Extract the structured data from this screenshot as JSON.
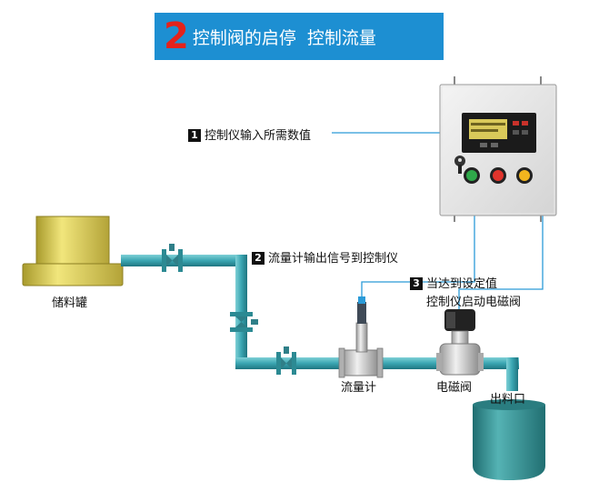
{
  "banner": {
    "number": "2",
    "title_part1": "控制阀的启停",
    "title_part2": "控制流量"
  },
  "callouts": [
    {
      "step": "1",
      "text": "控制仪输入所需数值"
    },
    {
      "step": "2",
      "text": "流量计输出信号到控制仪"
    },
    {
      "step": "3",
      "line1": "当达到设定值",
      "line2": "控制仪启动电磁阀"
    }
  ],
  "labels": {
    "tank": "储料罐",
    "flowmeter": "流量计",
    "valve": "电磁阀",
    "outlet": "出料口"
  },
  "colors": {
    "banner": "#1d8fd2",
    "banner_number": "#e4221b",
    "pipe": "#3aa6b2",
    "signal_line": "#2b9bd8",
    "tank_body": "#d8c64a",
    "outlet_tank": "#2f8e91"
  }
}
